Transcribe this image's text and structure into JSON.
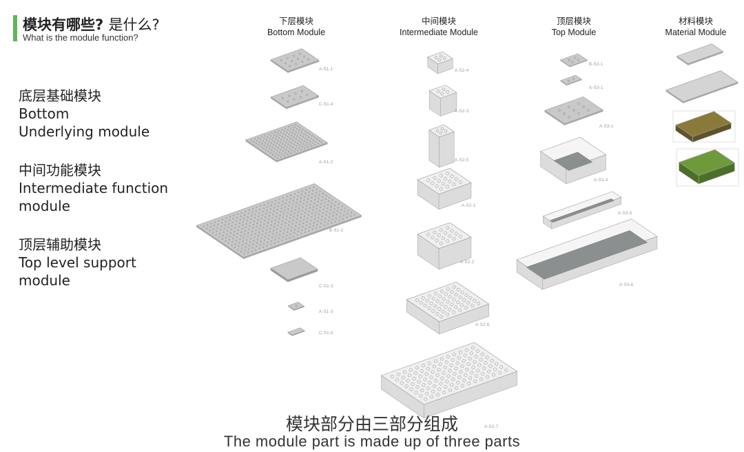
{
  "header": {
    "title_cn_bold": "模块有哪些?",
    "title_cn_light": "是什么?",
    "title_en": "What is the module function?"
  },
  "categories": [
    {
      "cn": "底层基础模块",
      "en1": "Bottom",
      "en2": "Underlying module"
    },
    {
      "cn": "中间功能模块",
      "en1": "Intermediate function",
      "en2": "module"
    },
    {
      "cn": "顶层辅助模块",
      "en1": "Top level support",
      "en2": "module"
    }
  ],
  "columns": [
    {
      "cn": "下层模块",
      "en": "Bottom Module"
    },
    {
      "cn": "中间模块",
      "en": "Intermediate Module"
    },
    {
      "cn": "顶层模块",
      "en": "Top Module"
    },
    {
      "cn": "材料模块",
      "en": "Material Module"
    }
  ],
  "module_labels": {
    "bottom": [
      "A-S1-1",
      "C-S1-4",
      "A-S1-2",
      "B-S1-1",
      "C-S1-3",
      "A-S1-3",
      "C-S1-5"
    ],
    "intermediate": [
      "A-S2-4",
      "A-S2-3",
      "A-S2-5",
      "A-S2-1",
      "A-S2-2",
      "A-S2-6",
      "A-S2-7"
    ],
    "top": [
      "B-S3-1",
      "A-S3-1",
      "A-S3-1",
      "A-S3-4",
      "A-S3-5",
      "A-S3-6"
    ]
  },
  "colors": {
    "accent": "#5cb85c",
    "plate": "#c9c9c9",
    "block": "#efefef",
    "tray_floor": "#8c8f8f",
    "wood": "#8a7a3a",
    "grass": "#6f9a3a"
  },
  "subtitle": {
    "cn": "模块部分由三部分组成",
    "en": "The module part is made up of three parts"
  }
}
